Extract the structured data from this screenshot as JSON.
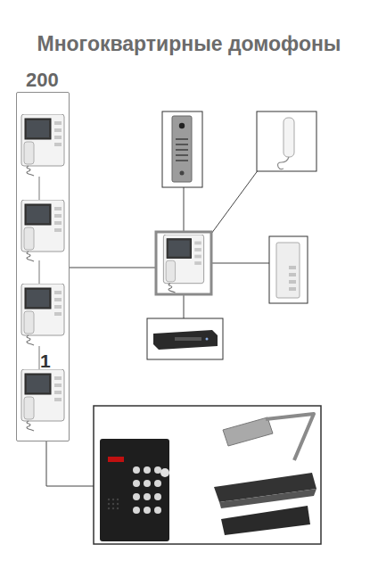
{
  "diagram": {
    "title": "Многоквартирные домофоны",
    "nodes": [
      {
        "text": [
          "200",
          "1"
        ]
      }
    ]
  }
}
